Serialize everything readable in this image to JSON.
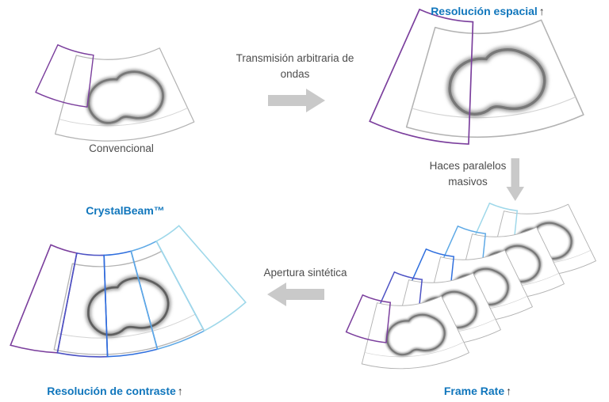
{
  "labels": {
    "conventional": "Convencional",
    "transmission": "Transmisión arbitraria de ondas",
    "spatial": {
      "text": "Resolución espacial",
      "arrow": "↑"
    },
    "parallel_beams": "Haces paralelos masivos",
    "frame_rate": {
      "text": "Frame Rate",
      "arrow": "↑"
    },
    "synthetic_aperture": "Apertura sintética",
    "crystalbeam": "CrystalBeam™",
    "contrast": {
      "text": "Resolución de contraste",
      "arrow": "↑"
    }
  },
  "colors": {
    "accent_blue": "#1076bc",
    "text_gray": "#4d4d4d",
    "arrow_gray": "#c9c9c9",
    "fan_gray": "#b3b3b3",
    "purple": "#7b3f9d",
    "beams": [
      "#7b3f9d",
      "#4c52c4",
      "#2f6fde",
      "#5ea9e6",
      "#9fd8ea"
    ]
  }
}
